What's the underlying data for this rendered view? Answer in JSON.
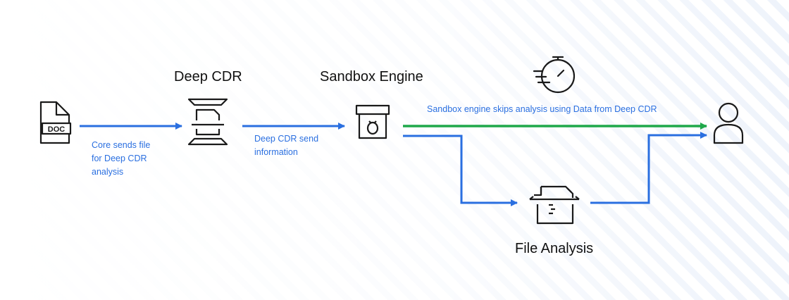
{
  "nodes": {
    "deep_cdr": "Deep CDR",
    "sandbox_engine": "Sandbox Engine",
    "file_analysis": "File Analysis"
  },
  "doc_icon_text": "DOC",
  "edges": {
    "core_to_cdr": "Core sends file\nfor Deep CDR\nanalysis",
    "cdr_to_sandbox": "Deep CDR send\ninformation",
    "skip_path": "Sandbox engine skips analysis using Data from Deep CDR"
  },
  "colors": {
    "blue": "#2a6fe0",
    "green": "#1fa84a",
    "icon": "#1a1a1a",
    "background_stripes": "#eef3fb"
  },
  "icons": [
    "document-icon",
    "deep-cdr-icon",
    "sandbox-icon",
    "stopwatch-icon",
    "user-icon",
    "file-analysis-icon"
  ]
}
